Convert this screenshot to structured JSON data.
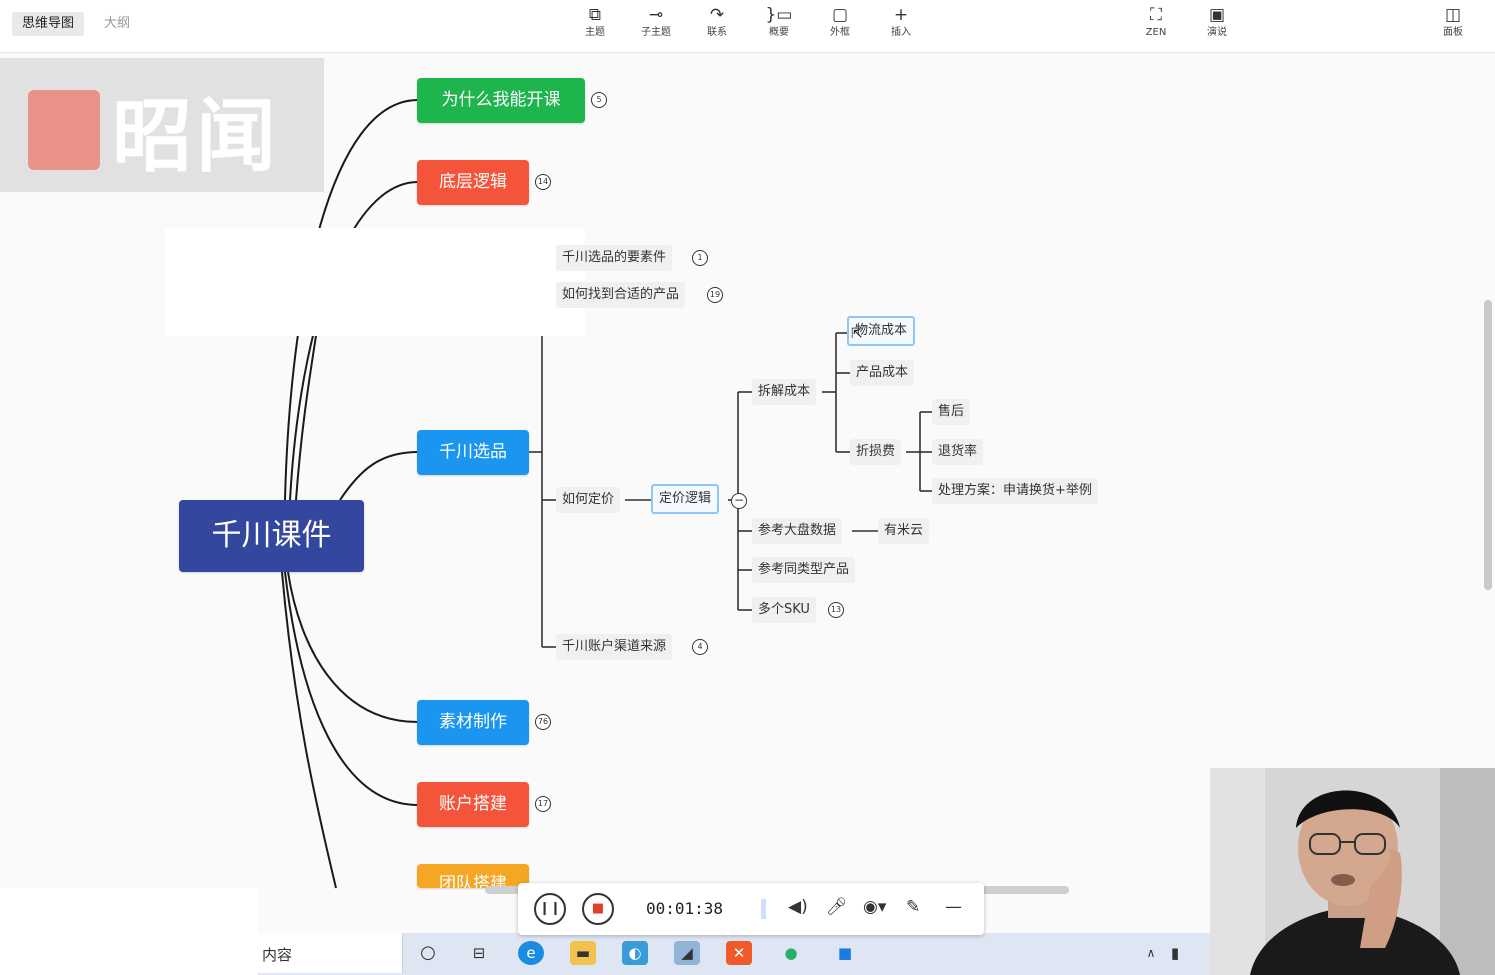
{
  "toolbar": {
    "tabs": [
      {
        "label": "思维导图",
        "active": true
      },
      {
        "label": "大纲",
        "active": false
      }
    ],
    "tools": [
      {
        "label": "主题",
        "icon": "subtopic-icon"
      },
      {
        "label": "子主题",
        "icon": "child-topic-icon"
      },
      {
        "label": "联系",
        "icon": "relationship-icon"
      },
      {
        "label": "概要",
        "icon": "summary-icon"
      },
      {
        "label": "外框",
        "icon": "boundary-icon"
      },
      {
        "label": "插入",
        "icon": "plus-icon"
      },
      {
        "label": "ZEN",
        "icon": "zen-icon"
      },
      {
        "label": "演说",
        "icon": "presentation-icon"
      },
      {
        "label": "面板",
        "icon": "panel-icon"
      }
    ]
  },
  "watermark": {
    "text": "昭闻"
  },
  "mindmap": {
    "central": {
      "label": "千川课件",
      "color": "#34479e"
    },
    "branches": [
      {
        "label": "为什么我能开课",
        "badge": "5",
        "color": "#1db54c"
      },
      {
        "label": "底层逻辑",
        "badge": "14",
        "color": "#f4553a"
      },
      {
        "label": "千川选品",
        "badge": "",
        "color": "#1a96f0"
      },
      {
        "label": "素材制作",
        "badge": "76",
        "color": "#1a96f0"
      },
      {
        "label": "账户搭建",
        "badge": "17",
        "color": "#f4553a"
      },
      {
        "label": "团队搭建",
        "badge": "",
        "color": "#f5a623"
      }
    ],
    "xuanpin_children": [
      {
        "label": "千川选品的要素件",
        "badge": "1"
      },
      {
        "label": "如何找到合适的产品",
        "badge": "19"
      },
      {
        "label": "如何定价",
        "badge": ""
      },
      {
        "label": "千川账户渠道来源",
        "badge": "4"
      }
    ],
    "pricing_logic": {
      "label": "定价逻辑"
    },
    "pricing_children": [
      {
        "label": "拆解成本",
        "badge": ""
      },
      {
        "label": "参考大盘数据",
        "badge": ""
      },
      {
        "label": "参考同类型产品",
        "badge": ""
      },
      {
        "label": "多个SKU",
        "badge": "13"
      }
    ],
    "cost_children": [
      {
        "label": "物流成本"
      },
      {
        "label": "产品成本"
      },
      {
        "label": "折损费"
      }
    ],
    "loss_children": [
      {
        "label": "售后"
      },
      {
        "label": "退货率"
      },
      {
        "label": "处理方案：申请换货+举例"
      }
    ],
    "market_child": {
      "label": "有米云"
    }
  },
  "recorder": {
    "time": "00:01:38"
  },
  "taskbar": {
    "search_text": "内容"
  }
}
